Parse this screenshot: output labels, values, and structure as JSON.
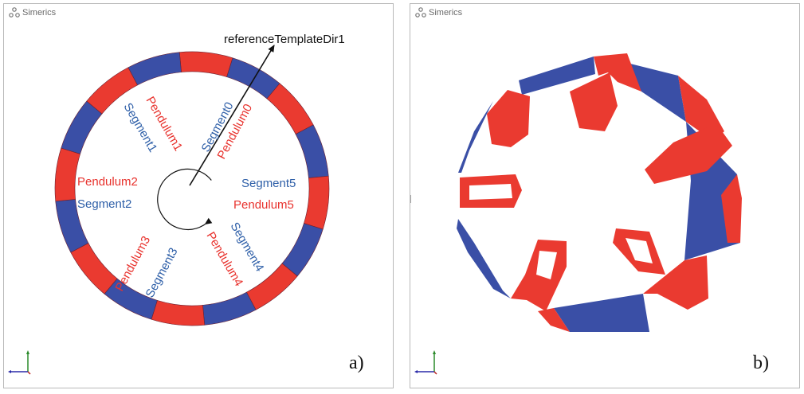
{
  "panel_a": {
    "logo_text": "Simerics",
    "letter": "a)",
    "direction_label": "referenceTemplateDir1",
    "segment_labels": [
      "Segment0",
      "Segment1",
      "Segment2",
      "Segment3",
      "Segment4",
      "Segment5"
    ],
    "pendulum_labels": [
      "Pendulum0",
      "Pendulum1",
      "Pendulum2",
      "Pendulum3",
      "Pendulum4",
      "Pendulum5"
    ]
  },
  "panel_b": {
    "logo_text": "Simerics",
    "letter": "b)"
  },
  "colors": {
    "red": "#ea3a30",
    "blue": "#3a4fa6",
    "label_red": "#e8322d",
    "label_blue": "#2e5fa8"
  }
}
